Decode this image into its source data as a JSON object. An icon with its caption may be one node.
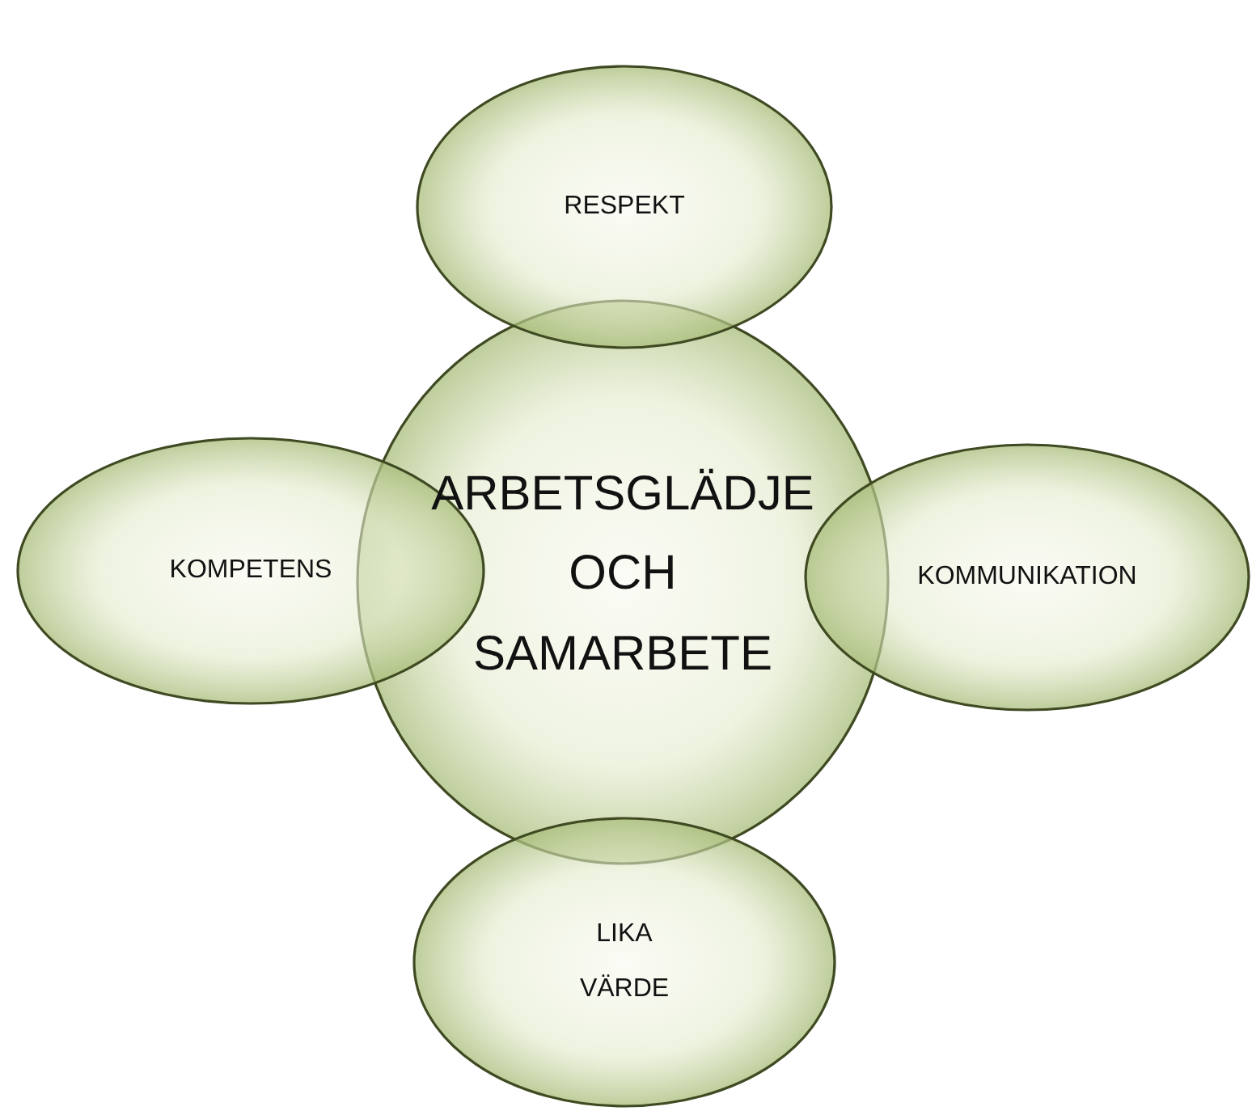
{
  "diagram": {
    "nodes": [
      {
        "text": [
          "RESPEKT"
        ]
      },
      {
        "text": [
          "ARBETSGLÄDJE OCH SAMARBETE"
        ]
      },
      {
        "text": [
          "KOMPETENS"
        ]
      },
      {
        "text": [
          "KOMMUNIKATION"
        ]
      },
      {
        "text": [
          "LIKA VÄRDE"
        ]
      }
    ]
  }
}
